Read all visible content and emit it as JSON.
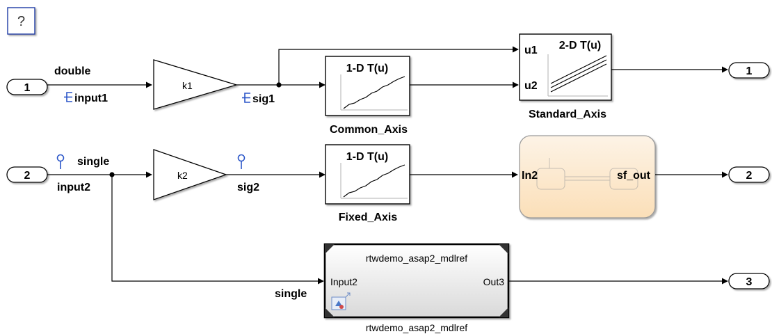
{
  "help": {
    "label": "?"
  },
  "inports": [
    {
      "number": "1"
    },
    {
      "number": "2"
    }
  ],
  "outports": [
    {
      "number": "1"
    },
    {
      "number": "2"
    },
    {
      "number": "3"
    }
  ],
  "signals": {
    "double_label": "double",
    "input1": "input1",
    "sig1": "sig1",
    "single_top": "single",
    "input2": "input2",
    "sig2": "sig2",
    "single_bottom": "single"
  },
  "gains": [
    {
      "value": "k1"
    },
    {
      "value": "k2"
    }
  ],
  "lookup_1d": [
    {
      "title": "1-D T(u)",
      "name": "Common_Axis"
    },
    {
      "title": "1-D T(u)",
      "name": "Fixed_Axis"
    }
  ],
  "lookup_2d": {
    "title": "2-D T(u)",
    "port_u1": "u1",
    "port_u2": "u2",
    "name": "Standard_Axis"
  },
  "chart": {
    "in_port": "In2",
    "out_port": "sf_out"
  },
  "model_ref": {
    "inner_title": "rtwdemo_asap2_mdlref",
    "in_port": "Input2",
    "out_port": "Out3",
    "name": "rtwdemo_asap2_mdlref"
  },
  "colors": {
    "help_border": "#1f3aa6",
    "chart_fill_top": "#fdf3e6",
    "chart_fill_bottom": "#fbe3c4",
    "chart_border": "#9a9a9a",
    "icon_blue": "#2a55c8"
  }
}
